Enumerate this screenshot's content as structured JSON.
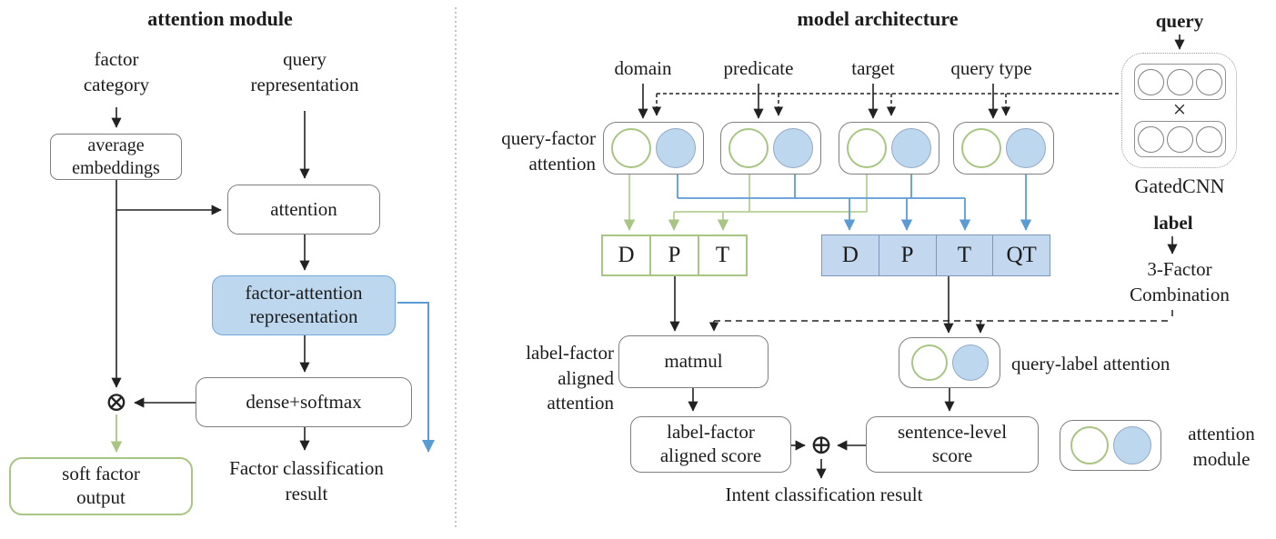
{
  "left": {
    "title": "attention module",
    "factor_category": "factor\ncategory",
    "query_representation": "query\nrepresentation",
    "average_embeddings": "average\nembeddings",
    "attention": "attention",
    "factor_attention_representation": "factor-attention\nrepresentation",
    "dense_softmax": "dense+softmax",
    "soft_factor_output": "soft factor\noutput",
    "factor_classification_result": "Factor classification\nresult",
    "otimes_symbol": "⊗"
  },
  "right": {
    "title": "model architecture",
    "query": "query",
    "gatedcnn": "GatedCNN",
    "times_symbol": "×",
    "label": "label",
    "three_factor_combination": "3-Factor\nCombination",
    "factors": [
      "domain",
      "predicate",
      "target",
      "query type"
    ],
    "query_factor_attention": "query-factor\nattention",
    "green_cells": [
      "D",
      "P",
      "T"
    ],
    "blue_cells": [
      "D",
      "P",
      "T",
      "QT"
    ],
    "label_factor_aligned_attention": "label-factor\naligned attention",
    "matmul": "matmul",
    "query_label_attention": "query-label attention",
    "label_factor_aligned_score": "label-factor\naligned score",
    "sentence_level_score": "sentence-level\nscore",
    "oplus_symbol": "⊕",
    "intent_classification_result": "Intent classification result",
    "legend_attention_module": "attention\nmodule"
  },
  "colors": {
    "green": "#a9c583",
    "green_line": "#b7d095",
    "blue_line": "#5b9bd5",
    "blue_fill": "#bdd7ee",
    "blue_cell_fill": "#c3d7ee",
    "box_border": "#7f7f7f"
  }
}
